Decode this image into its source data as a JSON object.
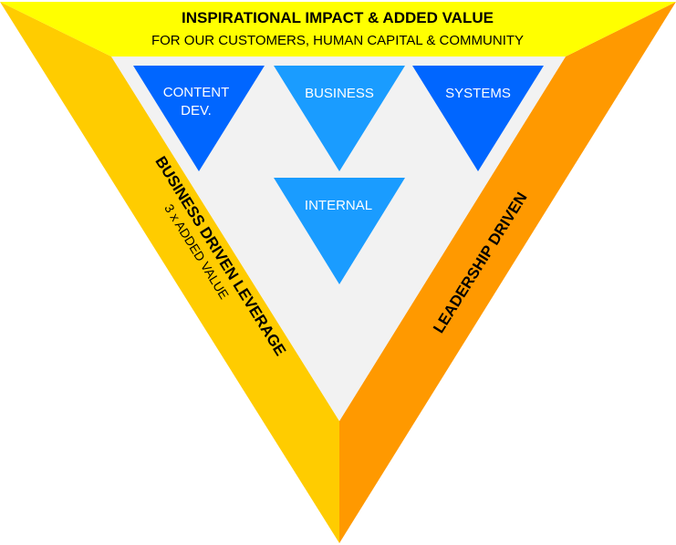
{
  "colors": {
    "top_band": "#ffff00",
    "left_band": "#ffcc00",
    "right_band": "#ff9900",
    "inner_area": "#f2f2f2",
    "triangle_dark_blue": "#0066ff",
    "triangle_light_blue": "#1a9cff",
    "triangle_text": "#ffffff"
  },
  "top": {
    "title": "INSPIRATIONAL IMPACT & ADDED VALUE",
    "subtitle": "FOR OUR CUSTOMERS, HUMAN CAPITAL & COMMUNITY"
  },
  "left_side": {
    "title": "BUSINESS DRIVEN LEVERAGE",
    "subtitle": "3 x ADDED VALUE"
  },
  "right_side": {
    "title": "LEADERSHIP DRIVEN"
  },
  "triangles": {
    "content": {
      "line1": "CONTENT",
      "line2": "DEV."
    },
    "business": {
      "label": "BUSINESS"
    },
    "systems": {
      "label": "SYSTEMS"
    },
    "internal": {
      "label": "INTERNAL"
    }
  }
}
